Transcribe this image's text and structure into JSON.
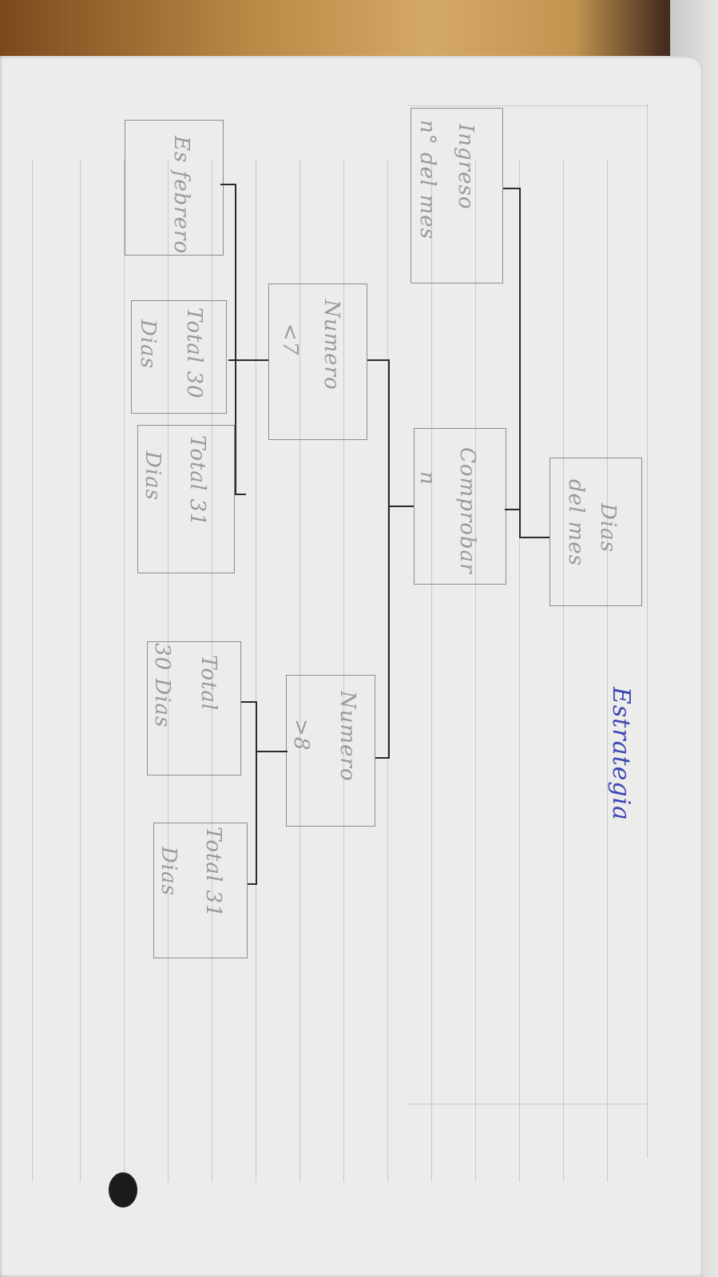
{
  "title": "Estrategia",
  "root": {
    "line1": "Dias",
    "line2": "del mes"
  },
  "categories": [
    {
      "line1": "Ingreso",
      "line2": "n° del mes"
    },
    {
      "line1": "Comprobar",
      "line2": "n"
    }
  ],
  "branches": [
    {
      "line1": "Numero",
      "line2": "<7"
    },
    {
      "line1": "Numero",
      "line2": ">8"
    }
  ],
  "leaves": [
    {
      "line1": "Es febrero",
      "line2": ""
    },
    {
      "line1": "Total 30",
      "line2": "Dias"
    },
    {
      "line1": "Total 31",
      "line2": "Dias"
    },
    {
      "line1": "Total",
      "line2": "30 Dias"
    },
    {
      "line1": "Total 31",
      "line2": "Dias"
    }
  ],
  "colors": {
    "ink": "#3c46b4",
    "pencil": "#9a9a9a",
    "paper": "#ececea"
  }
}
